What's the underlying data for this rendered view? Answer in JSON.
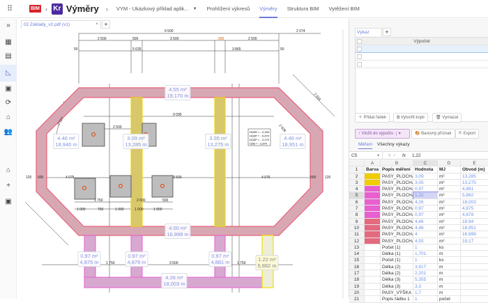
{
  "topbar": {
    "brand": "BIM",
    "app_logo": "Kr",
    "app_title": "Výměry",
    "project": "VYM - Ukázkový příklad aplik...",
    "nav": [
      "Prohlížení výkresů",
      "Výměry",
      "Struktura BIM",
      "Vytěžení BIM"
    ],
    "active_nav": "Výměry"
  },
  "sidebar": {
    "items": [
      "expand",
      "dashboard",
      "documents",
      "measurements",
      "clipboard",
      "sync",
      "buildings",
      "users",
      "home",
      "add",
      "report"
    ]
  },
  "document_tab": {
    "label": "02 Základy_v2.pdf (v1)"
  },
  "drawing": {
    "dimensions": [
      "9 500",
      "2 074",
      "2 500",
      "500",
      "3 500",
      "500",
      "2 500",
      "50",
      "5 635",
      "3 865",
      "50",
      "9 095",
      "2 500",
      "2 527",
      "2 933",
      "2 928",
      "4 075",
      "4 075",
      "3 500",
      "1 750",
      "2 000",
      "500",
      "1 000",
      "750",
      "1 000",
      "1 000",
      "1 000",
      "1 750",
      "3 500",
      "1 750",
      "120",
      "500",
      "500",
      "120"
    ],
    "info_box": [
      "HÚZD = - 0,200",
      "HÚZP = - 0,470",
      "DÚZP = - 2,170",
      "ÚZB = - 2,870"
    ],
    "labels": [
      {
        "area": "4.55 m²",
        "length": "19,170 m"
      },
      {
        "area": "4.46 m²",
        "length": "18,940 m"
      },
      {
        "area": "3.09 m²",
        "length": "13,285 m"
      },
      {
        "area": "3.05 m²",
        "length": "13,275 m"
      },
      {
        "area": "4.46 m²",
        "length": "18,951 m"
      },
      {
        "area": "4.00 m²",
        "length": "16,999 m"
      },
      {
        "area": "0.97 m²",
        "length": "4,875 m"
      },
      {
        "area": "0.97 m²",
        "length": "4,879 m"
      },
      {
        "area": "0.97 m²",
        "length": "4,881 m"
      },
      {
        "area": "1.22 m²",
        "length": "5,882 m"
      },
      {
        "area": "4.26 m²",
        "length": "18,003 m"
      }
    ]
  },
  "vykaz": {
    "tab": "Výkaz",
    "column": "Výpočet",
    "buttons": {
      "add_row": "Přidat řádek",
      "copy": "Vytvořit kopii",
      "delete": "Vymazat"
    }
  },
  "toolbar": {
    "insert": "Vložit do výpočtu",
    "color_flag": "Barevný příznak",
    "export": "Export"
  },
  "subtabs": [
    "Měření",
    "Všechny výkazy"
  ],
  "formula": {
    "cell": "C5",
    "fx": "fx",
    "value": "1,22"
  },
  "sheet": {
    "columns": [
      "A",
      "B",
      "C",
      "D",
      "E"
    ],
    "rows": [
      {
        "n": "1",
        "color": "",
        "b": "Popis měření",
        "c": "Hodnota",
        "d": "MJ",
        "e": "Obvod (m)",
        "a": "Barva"
      },
      {
        "n": "2",
        "color": "#f0cc00",
        "b": "PASY_PLOCHA",
        "c": "3,09",
        "d": "m²",
        "e": "13,285"
      },
      {
        "n": "3",
        "color": "#f0cc00",
        "b": "PASY_PLOCHA",
        "c": "3,05",
        "d": "m²",
        "e": "13,275"
      },
      {
        "n": "4",
        "color": "#e85fd0",
        "b": "PASY_PLOCHA",
        "c": "0,97",
        "d": "m²",
        "e": "4,881"
      },
      {
        "n": "5",
        "color": "#e85fd0",
        "b": "PASY_PLOCHA",
        "c": "1,22",
        "d": "m²",
        "e": "5,882"
      },
      {
        "n": "6",
        "color": "#e85fd0",
        "b": "PASY_PLOCHA",
        "c": "4,26",
        "d": "m²",
        "e": "18,003"
      },
      {
        "n": "7",
        "color": "#e85fd0",
        "b": "PASY_PLOCHA",
        "c": "0,97",
        "d": "m²",
        "e": "4,875"
      },
      {
        "n": "8",
        "color": "#e85fd0",
        "b": "PASY_PLOCHA",
        "c": "0,97",
        "d": "m²",
        "e": "4,879"
      },
      {
        "n": "9",
        "color": "#e46a80",
        "b": "PASY_PLOCHA",
        "c": "4,46",
        "d": "m²",
        "e": "18,94"
      },
      {
        "n": "10",
        "color": "#e46a80",
        "b": "PASY_PLOCHA",
        "c": "4,46",
        "d": "m²",
        "e": "18,951"
      },
      {
        "n": "11",
        "color": "#e46a80",
        "b": "PASY_PLOCHA",
        "c": "4",
        "d": "m²",
        "e": "16,999"
      },
      {
        "n": "12",
        "color": "#e46a80",
        "b": "PASY_PLOCHA",
        "c": "4,55",
        "d": "m²",
        "e": "19,17"
      },
      {
        "n": "13",
        "color": "",
        "b": "Počet (1)",
        "c": "1",
        "d": "ks",
        "e": ""
      },
      {
        "n": "14",
        "color": "",
        "b": "Délka (1)",
        "c": "1,701",
        "d": "m",
        "e": ""
      },
      {
        "n": "15",
        "color": "",
        "b": "Počet (1)",
        "c": "1",
        "d": "ks",
        "e": ""
      },
      {
        "n": "16",
        "color": "",
        "b": "Délka (2)",
        "c": "3,917",
        "d": "m",
        "e": ""
      },
      {
        "n": "17",
        "color": "",
        "b": "Délka (2)",
        "c": "2,201",
        "d": "m",
        "e": ""
      },
      {
        "n": "18",
        "color": "",
        "b": "Délka (3)",
        "c": "5,355",
        "d": "m",
        "e": ""
      },
      {
        "n": "19",
        "color": "",
        "b": "Délka (3)",
        "c": "3,3",
        "d": "m",
        "e": ""
      },
      {
        "n": "20",
        "color": "",
        "b": "PASY_VÝŠKA",
        "c": "1,7",
        "d": "m",
        "e": ""
      },
      {
        "n": "21",
        "color": "",
        "b": "Popis řádku 1",
        "c": "1",
        "d": "počet",
        "e": ""
      }
    ],
    "selected_row": "5"
  }
}
